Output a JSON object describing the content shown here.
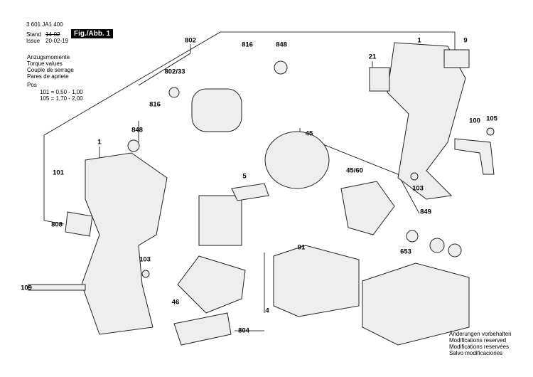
{
  "header": {
    "part_number": "3 601 JA1 400",
    "stand_label": "Stand",
    "issue_label": "Issue",
    "old_date": "14-02",
    "date": "20-02-19",
    "figure": "Fig./Abb. 1"
  },
  "torque": {
    "lines": [
      "Anzugsmomente",
      "Torque values",
      "Couple de serrage",
      "Pares de apriete"
    ],
    "pos_label": "Pos",
    "values": [
      "101 =  0,50  -  1,00",
      "105 =  1,70  -  2,00"
    ]
  },
  "footer": {
    "lines": [
      "Änderungen vorbehalten",
      "Modifications reserved",
      "Modifications reservées",
      "Salvo modificaciones"
    ]
  },
  "callouts": [
    "802",
    "816",
    "848",
    "1",
    "9",
    "21",
    "802/33",
    "816",
    "848",
    "1",
    "45",
    "105",
    "100",
    "101",
    "5",
    "45/60",
    "103",
    "808",
    "849",
    "91",
    "653",
    "103",
    "109",
    "46",
    "4",
    "804"
  ]
}
